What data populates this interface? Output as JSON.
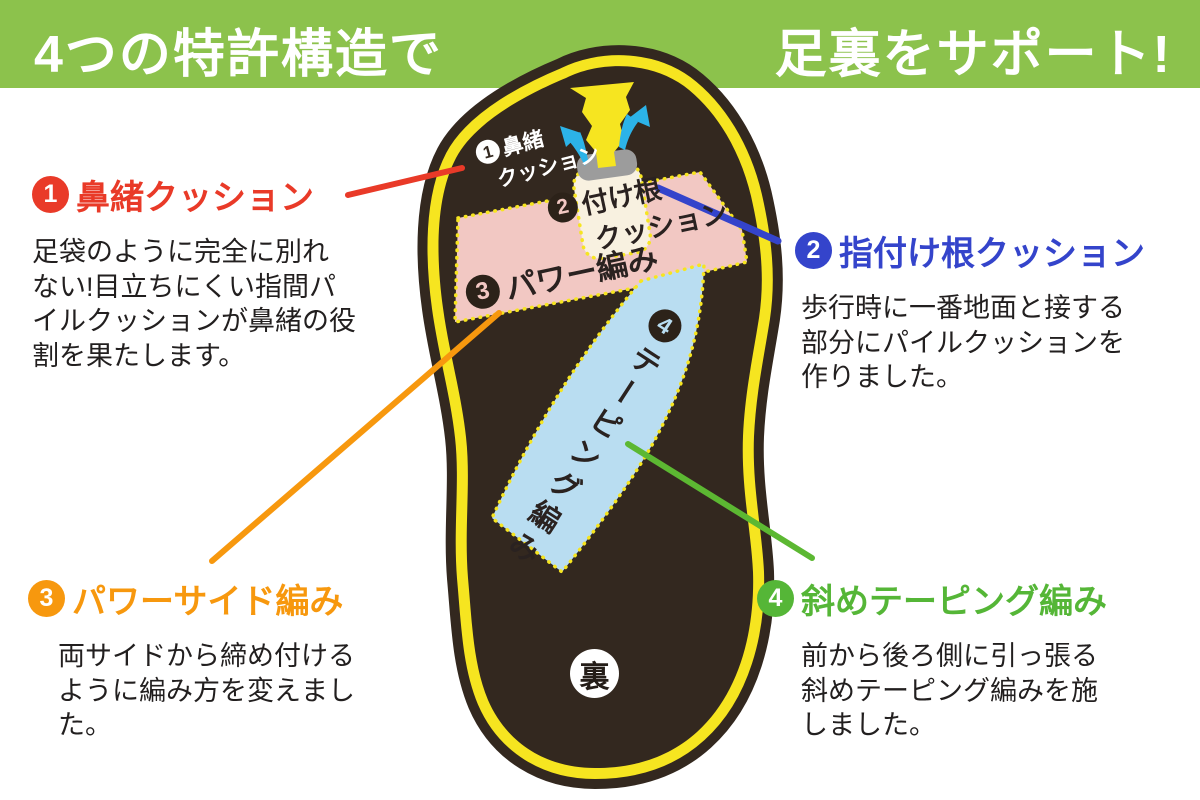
{
  "header": {
    "title_left": "4つの特許構造で",
    "title_right": "足裏をサポート!",
    "bg_color": "#8cc24c"
  },
  "features": [
    {
      "num": "1",
      "title": "鼻緒クッション",
      "color": "#e93a28",
      "body": "足袋のように完全に別れ\nない!目立ちにくい指間パ\nイルクッションが鼻緒の役\n割を果たします。"
    },
    {
      "num": "2",
      "title": "指付け根クッション",
      "color": "#3444cb",
      "body": "歩行時に一番地面と接する\n部分にパイルクッションを\n作りました。"
    },
    {
      "num": "3",
      "title": "パワーサイド編み",
      "color": "#f7980e",
      "body": "両サイドから締め付ける\nように編み方を変えまし\nた。"
    },
    {
      "num": "4",
      "title": "斜めテーピング編み",
      "color": "#55b637",
      "body": "前から後ろ側に引っ張る\n斜めテーピング編みを施\nしました。"
    }
  ],
  "diagram": {
    "thong_label": {
      "num": "1",
      "line1": "鼻緒",
      "line2": "クッション"
    },
    "base_label": {
      "num": "2",
      "line1": "付け根",
      "line2": "クッション"
    },
    "power_label": {
      "num": "3",
      "text": "パワー編み"
    },
    "taping_label": {
      "num": "4",
      "text": "テーピング編み"
    },
    "sole_badge": "裏",
    "colors": {
      "foot_dark": "#33281f",
      "outline_yellow": "#f6e520",
      "toe_cushion_pink": "#f2c8c3",
      "taping_band_blue": "#b9ddf1",
      "pile_cream": "#f8f1e0",
      "pile_grey": "#9c9c9c",
      "arrow_cyan": "#2cb3e8"
    }
  }
}
